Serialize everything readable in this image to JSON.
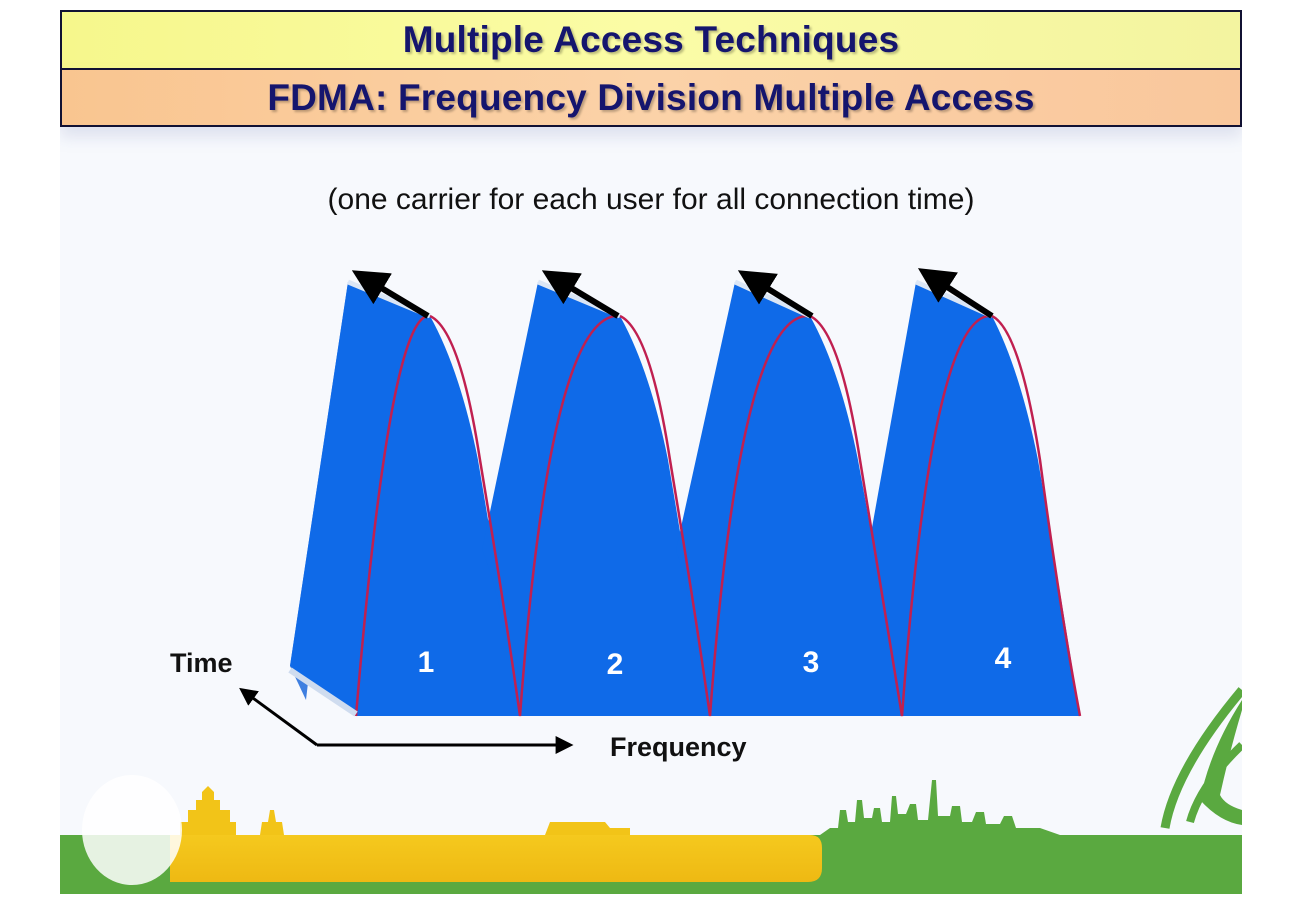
{
  "header": {
    "title": "Multiple Access Techniques",
    "subtitle": "FDMA: Frequency Division Multiple Access"
  },
  "caption": "(one carrier for each user for all connection time)",
  "diagram": {
    "time_label": "Time",
    "frequency_label": "Frequency",
    "channels": [
      {
        "label": "1"
      },
      {
        "label": "2"
      },
      {
        "label": "3"
      },
      {
        "label": "4"
      }
    ],
    "colors": {
      "carrier_fill": "#0f6ae8",
      "carrier_edge": "#d0204a",
      "arrow": "#000000",
      "ground_yellow": "#f2c418",
      "ground_green": "#5aa940"
    }
  }
}
